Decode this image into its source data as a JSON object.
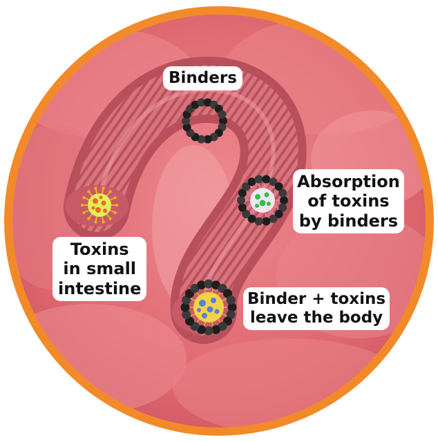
{
  "labels": {
    "binders": "Binders",
    "absorption": [
      "Absorption",
      "of toxins",
      "by binders"
    ],
    "toxins": [
      "Toxins",
      "in small",
      "intestine"
    ],
    "leave": [
      "Binder + toxins",
      "leave the body"
    ]
  },
  "colors": {
    "ring": "#f28a2a",
    "tissue": "#e06a72",
    "tissue_dark": "#b84a55",
    "binder_bead": "#2b2b2b",
    "toxin_orange": "#ee6a1e",
    "toxin_yellow": "#e2ee5a",
    "toxin_green": "#2fbf4d",
    "toxin_blue": "#5a7fd8",
    "combined_fill": "#f2d24a"
  },
  "icons": [
    "binder-ring-icon",
    "toxin-virus-icon",
    "absorbed-toxin-icon",
    "binder-with-toxins-icon"
  ]
}
